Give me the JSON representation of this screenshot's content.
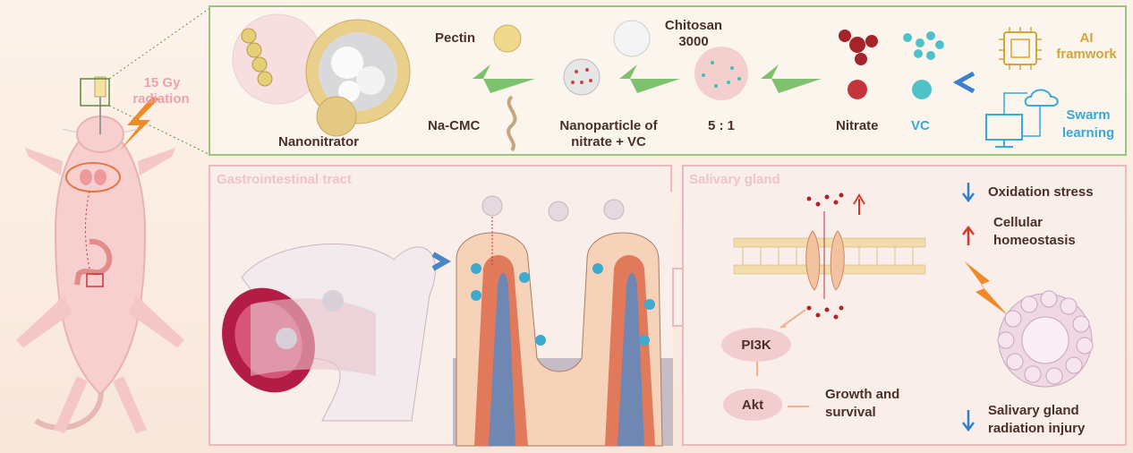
{
  "radiation": {
    "dose": "15 Gy",
    "label": "radiation"
  },
  "top": {
    "pectin": "Pectin",
    "chitosan": "Chitosan",
    "chitosan_mw": "3000",
    "na_cmc": "Na-CMC",
    "nanonitrator": "Nanonitrator",
    "nanoparticle": "Nanoparticle of",
    "nanoparticle_line2": "nitrate + VC",
    "ratio": "5 : 1",
    "nitrate": "Nitrate",
    "vc": "VC",
    "ai": "AI",
    "ai_line2": "framwork",
    "swarm": "Swarm",
    "swarm_line2": "learning"
  },
  "gi": {
    "title": "Gastrointestinal tract"
  },
  "sg": {
    "title": "Salivary gland",
    "oxidation": "Oxidation stress",
    "cellular": "Cellular",
    "cellular_line2": "homeostasis",
    "pi3k": "PI3K",
    "akt": "Akt",
    "growth": "Growth and",
    "growth_line2": "survival",
    "injury": "Salivary gland",
    "injury_line2": "radiation injury"
  },
  "colors": {
    "green_border": "#9cc47c",
    "pink_border": "#ecb9bf",
    "text_dark": "#4a3028",
    "ai_gold": "#d4a63a",
    "swarm_blue": "#3aa9d6",
    "radiation_pink": "#e9a3b0",
    "arrow_green": "#7fc26d",
    "down_blue": "#2f7fd1",
    "up_red": "#d43a2a"
  }
}
